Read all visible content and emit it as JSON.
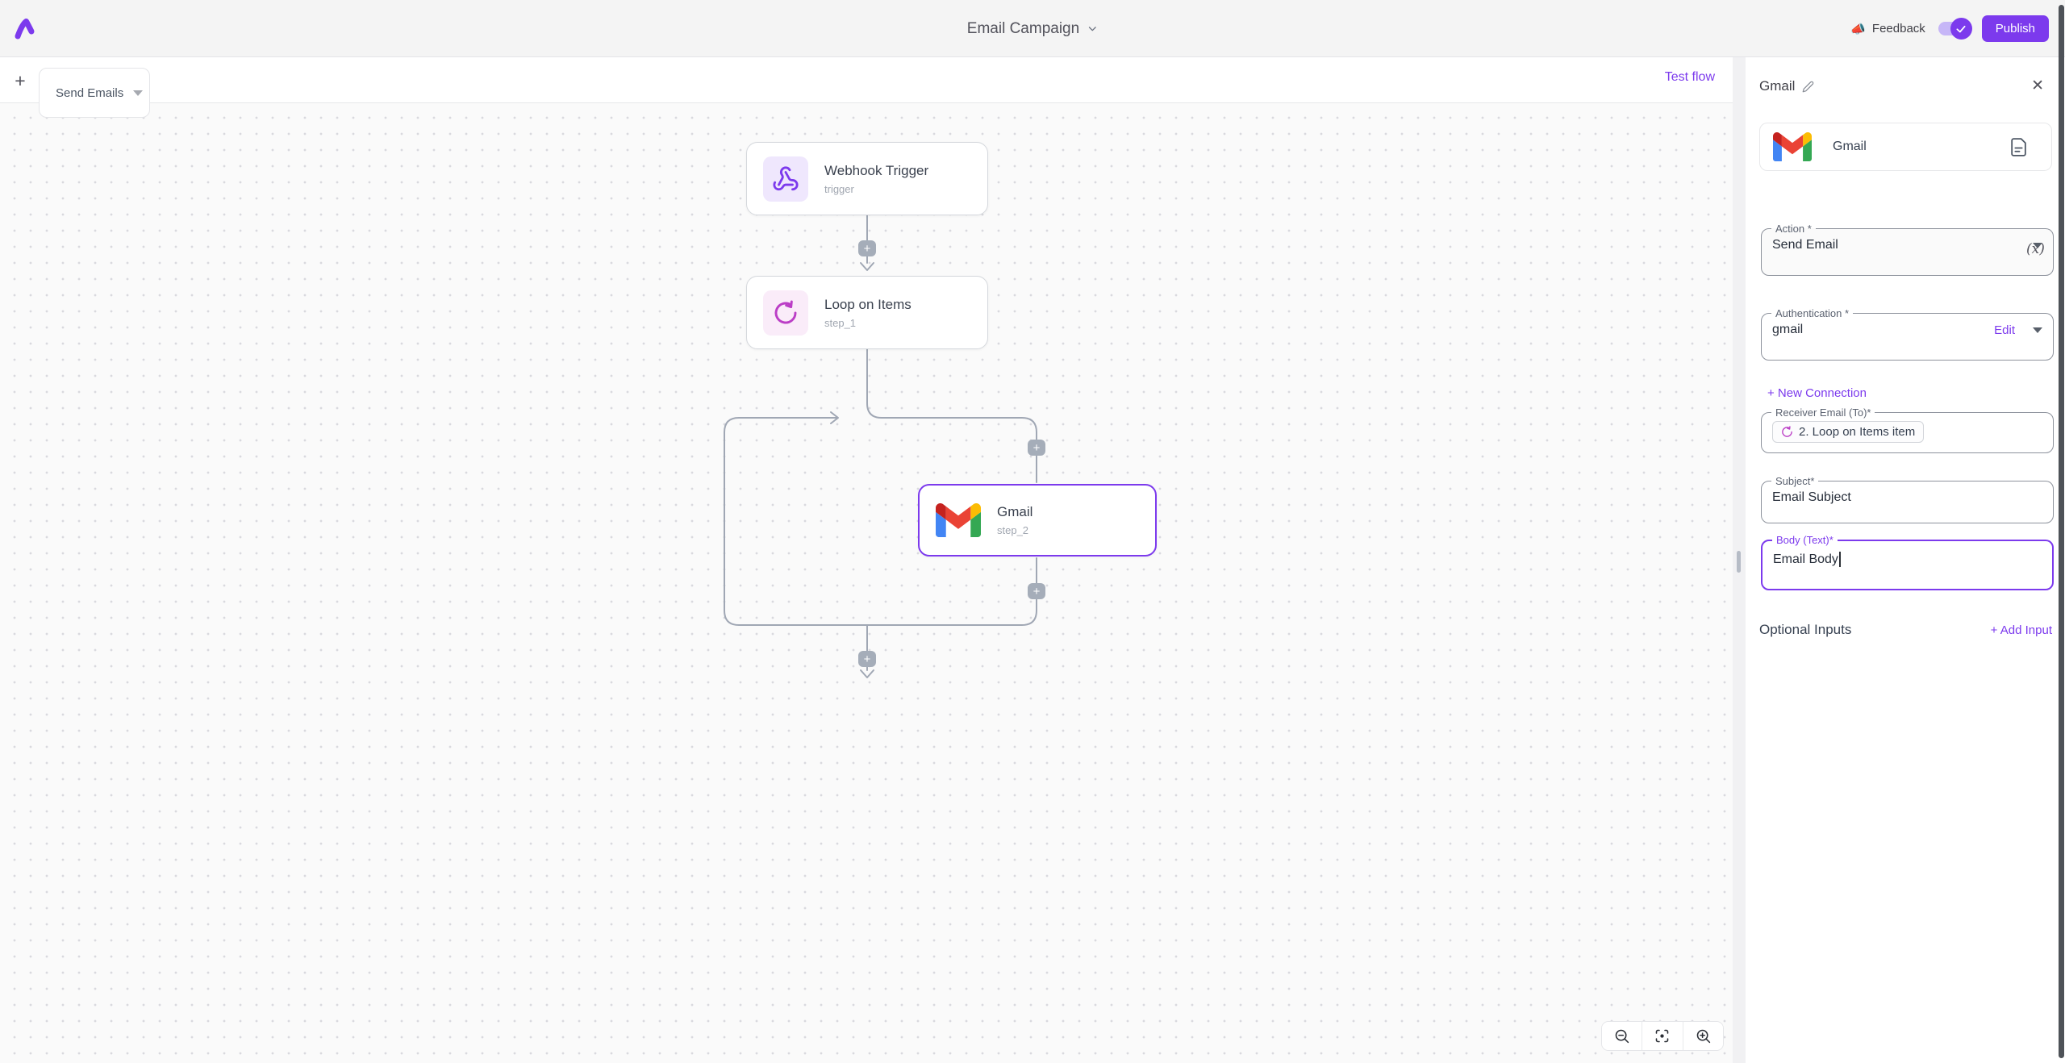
{
  "colors": {
    "accent": "#7c3aed"
  },
  "icons": {
    "plus": "+",
    "close": "✕",
    "megaphone": "📣"
  },
  "topbar": {
    "title": "Email Campaign",
    "feedback_label": "Feedback",
    "publish_label": "Publish"
  },
  "canvas": {
    "tab_label": "Send Emails",
    "test_flow_label": "Test flow",
    "nodes": [
      {
        "title": "Webhook Trigger",
        "subtitle": "trigger"
      },
      {
        "title": "Loop on Items",
        "subtitle": "step_1"
      },
      {
        "title": "Gmail",
        "subtitle": "step_2"
      }
    ]
  },
  "panel": {
    "title": "Gmail",
    "app_card": {
      "name": "Gmail"
    },
    "action": {
      "label": "Action *",
      "value": "Send Email"
    },
    "variable_label": "(x)",
    "auth": {
      "label": "Authentication *",
      "value": "gmail",
      "edit_label": "Edit"
    },
    "new_connection_label": "+ New Connection",
    "receiver": {
      "label": "Receiver Email (To)*",
      "chip": "2. Loop on Items item"
    },
    "subject": {
      "label": "Subject*",
      "value": "Email Subject"
    },
    "body": {
      "label": "Body (Text)*",
      "value": "Email Body"
    },
    "optional_inputs_label": "Optional Inputs",
    "add_input_label": "+ Add Input"
  }
}
